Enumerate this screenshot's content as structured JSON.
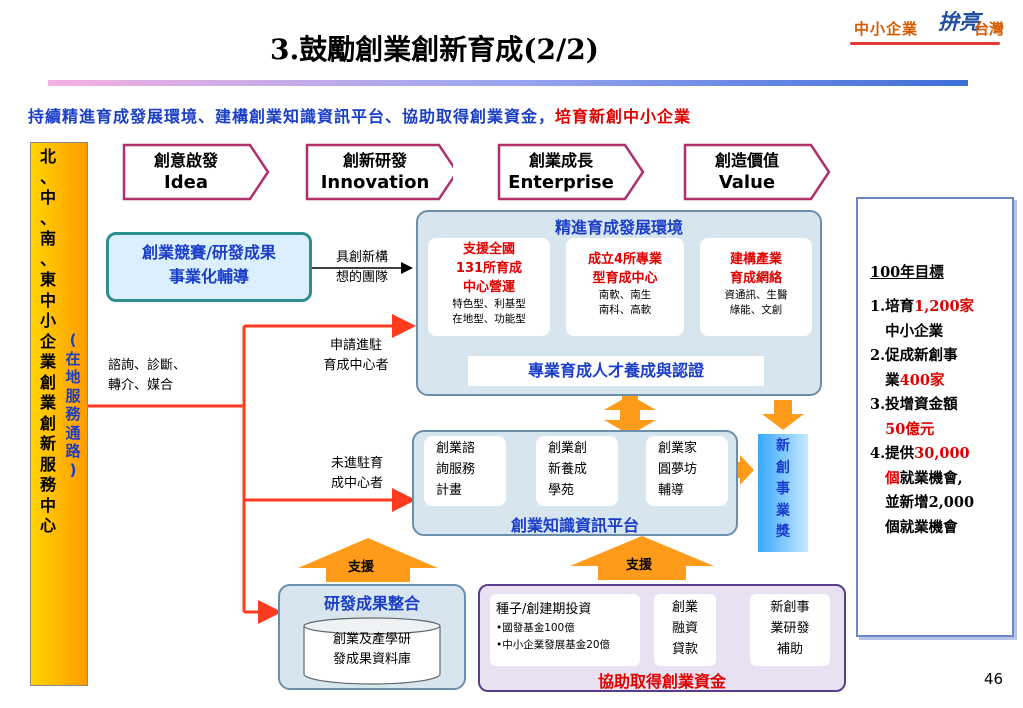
{
  "title": "3.鼓勵創業創新育成(2/2)",
  "logo": {
    "left": "中小企業",
    "mid": "拚亮",
    "right": "台灣"
  },
  "subtitle": {
    "blue": "持續精進育成發展環境、建構創業知識資訊平台、協助取得創業資金，",
    "red": "培育新創中小企業"
  },
  "left_bar": {
    "chars": [
      "北",
      "、",
      "中",
      "、",
      "南",
      "、",
      "東",
      "中",
      "小",
      "企",
      "業",
      "創",
      "業",
      "創",
      "新",
      "服",
      "務",
      "中",
      "心"
    ],
    "sub_chars": [
      "(",
      "在",
      "地",
      "服",
      "務",
      "通",
      "路",
      ")"
    ]
  },
  "stages": [
    {
      "zh": "創意啟發",
      "en": "Idea"
    },
    {
      "zh": "創新研發",
      "en": "Innovation"
    },
    {
      "zh": "創業成長",
      "en": "Enterprise"
    },
    {
      "zh": "創造價值",
      "en": "Value"
    }
  ],
  "competition_box": {
    "line1": "創業競賽/研發成果",
    "line2": "事業化輔導"
  },
  "labels": {
    "innovative_teams": [
      "具創新構",
      "想的團隊"
    ],
    "consulting": [
      "諮詢、診斷、",
      "轉介、媒合"
    ],
    "apply_incubator": [
      "申請進駐",
      "育成中心者"
    ],
    "not_incubator": [
      "未進駐育",
      "成中心者"
    ]
  },
  "env_panel": {
    "title": "精進育成發展環境",
    "cards": [
      {
        "red": [
          "支援全國",
          "131所育成",
          "中心營運"
        ],
        "small": [
          "特色型、利基型",
          "在地型、功能型"
        ]
      },
      {
        "red": [
          "成立4所專業",
          "型育成中心"
        ],
        "small": [
          "南軟、南生",
          "南科、高軟"
        ]
      },
      {
        "red": [
          "建構產業",
          "育成網絡"
        ],
        "small": [
          "資通訊、生醫",
          "綠能、文創"
        ]
      }
    ],
    "talent_bar": "專業育成人才養成與認證"
  },
  "platform_panel": {
    "title": "創業知識資訊平台",
    "cards": [
      [
        "創業諮",
        "詢服務",
        "計畫"
      ],
      [
        "創業創",
        "新養成",
        "學苑"
      ],
      [
        "創業家",
        "圓夢坊",
        "輔導"
      ]
    ]
  },
  "award_box": [
    "新",
    "創",
    "事",
    "業",
    "獎"
  ],
  "support_labels": [
    "支援",
    "支援"
  ],
  "rd_panel": {
    "title": "研發成果整合",
    "db": [
      "創業及產學研",
      "發成果資料庫"
    ]
  },
  "funding_panel": {
    "title": "協助取得創業資金",
    "seed": {
      "title": "種子/創建期投資",
      "items": [
        "•國發基金100億",
        "•中小企業發展基金20億"
      ]
    },
    "loan": [
      "創業",
      "融資",
      "貸款"
    ],
    "subsidy": [
      "新創事",
      "業研發",
      "補助"
    ]
  },
  "goals": {
    "heading": "100年目標",
    "items": [
      {
        "parts": [
          {
            "t": "1.培育",
            "c": "k"
          },
          {
            "t": "1,200",
            "c": "r"
          },
          {
            "t": "家",
            "c": "r"
          }
        ]
      },
      {
        "parts": [
          {
            "t": "   中小企業",
            "c": "k"
          }
        ]
      },
      {
        "parts": [
          {
            "t": "2.促成新創事",
            "c": "k"
          }
        ]
      },
      {
        "parts": [
          {
            "t": "   業",
            "c": "k"
          },
          {
            "t": "400",
            "c": "r"
          },
          {
            "t": "家",
            "c": "r"
          }
        ]
      },
      {
        "parts": [
          {
            "t": "3.投增資金額",
            "c": "k"
          }
        ]
      },
      {
        "parts": [
          {
            "t": "   ",
            "c": "k"
          },
          {
            "t": "50億元",
            "c": "r"
          }
        ]
      },
      {
        "parts": [
          {
            "t": "4.提供",
            "c": "k"
          },
          {
            "t": "30,000",
            "c": "r"
          }
        ]
      },
      {
        "parts": [
          {
            "t": "   ",
            "c": "k"
          },
          {
            "t": "個",
            "c": "r"
          },
          {
            "t": "就業機會,",
            "c": "k"
          }
        ]
      },
      {
        "parts": [
          {
            "t": "   並新增2,000",
            "c": "k"
          }
        ]
      },
      {
        "parts": [
          {
            "t": "   個就業機會",
            "c": "k"
          }
        ]
      }
    ]
  },
  "page_number": "46",
  "colors": {
    "blue": "#1a3ec8",
    "red": "#e00000",
    "orange": "#ff9b1a",
    "teal": "#2f8f8f"
  }
}
